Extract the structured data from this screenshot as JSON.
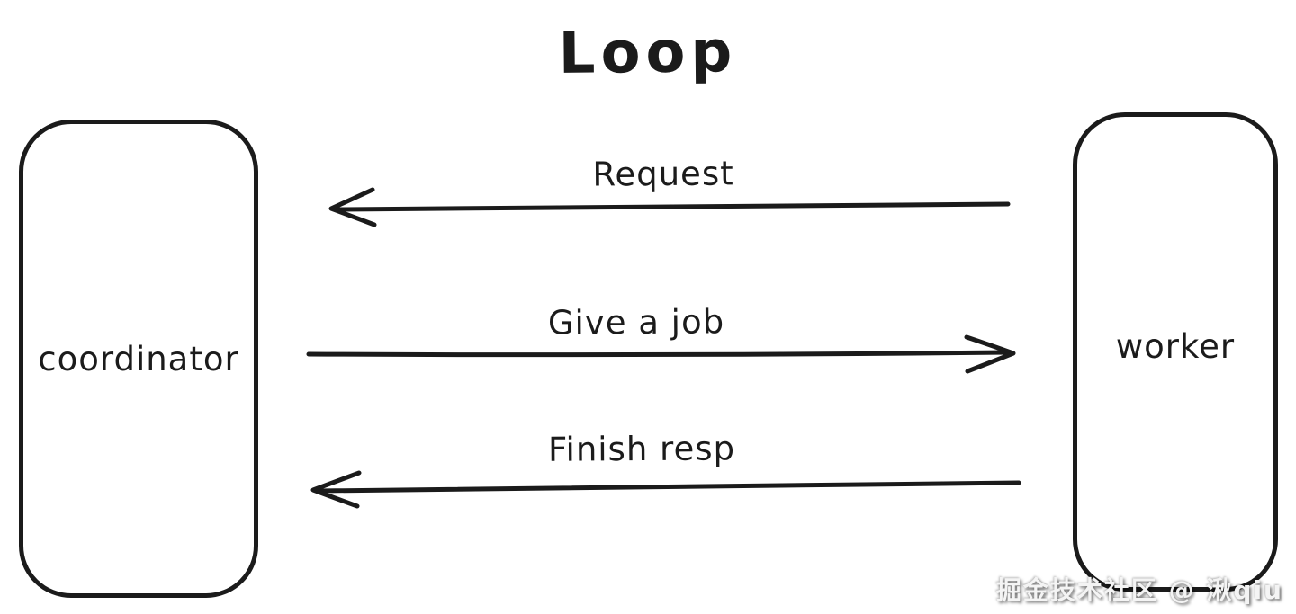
{
  "diagram": {
    "title": "Loop",
    "nodes": [
      {
        "id": "coordinator",
        "label": "coordinator"
      },
      {
        "id": "worker",
        "label": "worker"
      }
    ],
    "arrows": [
      {
        "label": "Request",
        "from": "worker",
        "to": "coordinator",
        "direction": "left"
      },
      {
        "label": "Give a job",
        "from": "coordinator",
        "to": "worker",
        "direction": "right"
      },
      {
        "label": "Finish resp",
        "from": "worker",
        "to": "coordinator",
        "direction": "left"
      }
    ],
    "watermark": "掘金技术社区 @ 湫qiu",
    "colors": {
      "stroke": "#1b1b1b",
      "background": "#ffffff",
      "watermark_text": "#f4f4f4"
    }
  }
}
